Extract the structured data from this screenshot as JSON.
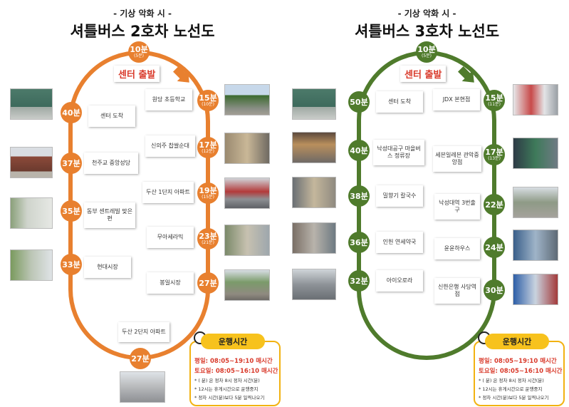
{
  "route2": {
    "subtitle": "- 기상 악화 시 -",
    "title": "셔틀버스 2호차  노선도",
    "color": "#e8802f",
    "center_start": "센터 출발",
    "nodes": {
      "top": {
        "time": "10분",
        "sub": "(5분)"
      },
      "r1": {
        "time": "15분",
        "sub": "(10분)"
      },
      "r2": {
        "time": "17분",
        "sub": "(12분)"
      },
      "r3": {
        "time": "19분",
        "sub": "(15분)"
      },
      "r4": {
        "time": "23분",
        "sub": "(21분)"
      },
      "r5": {
        "time": "27분",
        "sub": ""
      },
      "bottom": {
        "time": "27분",
        "sub": ""
      },
      "l1": {
        "time": "40분",
        "sub": ""
      },
      "l2": {
        "time": "37분",
        "sub": ""
      },
      "l3": {
        "time": "35분",
        "sub": ""
      },
      "l4": {
        "time": "33분",
        "sub": ""
      }
    },
    "stops": {
      "r1": "원당 초등학교",
      "r2": "신의주 찹쌀순대",
      "r3": "두산 1단지 아파트",
      "r4": "무아세라믹",
      "r5": "봉일시장",
      "bottom": "두산 2단지 아파트",
      "l1": "센터 도착",
      "l2": "천주교 중앙성당",
      "l3": "동부 센트레빌 맞은편",
      "l4": "현대시장"
    },
    "info": {
      "header": "운행시간",
      "weekday": "평일: 08:05~19:10 매시간",
      "saturday": "토요일: 08:05~16:10 매시간",
      "note1": "* ( 분) 은 정차 8시 정차 시간(분)",
      "note2": "* 12시는 휴게시간으로 운행중지",
      "note3": "* 정차 시간(분)보다 5분 일찍나오기"
    }
  },
  "route3": {
    "subtitle": "- 기상 악화 시 -",
    "title": "셔틀버스 3호차   노선도",
    "color": "#4f7b2c",
    "center_start": "센터 출발",
    "nodes": {
      "top": {
        "time": "10분",
        "sub": "(5분)"
      },
      "r1": {
        "time": "15분",
        "sub": "(11분)"
      },
      "r2": {
        "time": "17분",
        "sub": "(13분)"
      },
      "r3": {
        "time": "22분",
        "sub": ""
      },
      "r4": {
        "time": "24분",
        "sub": ""
      },
      "r5": {
        "time": "30분",
        "sub": ""
      },
      "l1": {
        "time": "50분",
        "sub": ""
      },
      "l2": {
        "time": "40분",
        "sub": ""
      },
      "l3": {
        "time": "38분",
        "sub": ""
      },
      "l4": {
        "time": "36분",
        "sub": ""
      },
      "l5": {
        "time": "32분",
        "sub": ""
      }
    },
    "stops": {
      "r1": "JDX 본현점",
      "r2": "세븐일레븐 관악중앙점",
      "r3": "낙성대역 3번출구",
      "r4": "윤윤하우스",
      "r5": "신한은행 사당역점",
      "l1": "센터 도착",
      "l2": "낙성대공구 마을버스 정류장",
      "l3": "밀향기 칼국수",
      "l4": "인헌 연세약국",
      "l5": "아이오로라"
    },
    "info": {
      "header": "운행시간",
      "weekday": "평일: 08:05~19:10 매시간",
      "saturday": "토요일: 08:05~16:10 매시간",
      "note1": "* ( 분) 은 정차 8시 정차 시간(분)",
      "note2": "* 12시는 휴게시간으로 운행중지",
      "note3": "* 정차 시간(분)보다 5분 일찍나오기"
    }
  }
}
